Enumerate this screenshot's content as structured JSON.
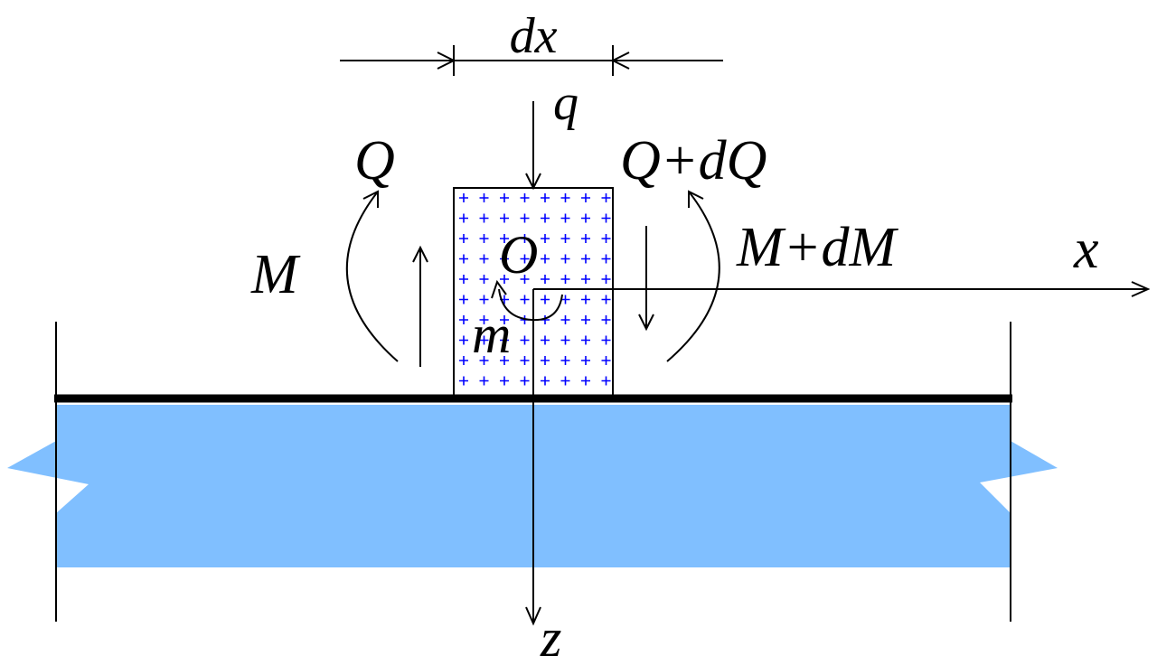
{
  "labels": {
    "dx": "dx",
    "q": "q",
    "Q": "Q",
    "QdQ": "Q+dQ",
    "M": "M",
    "MdM": "M+dM",
    "O": "O",
    "m": "m",
    "x": "x",
    "z": "z"
  },
  "colors": {
    "slab": "#80bfff",
    "element_pattern": "#0000ff",
    "lines": "#000000"
  }
}
